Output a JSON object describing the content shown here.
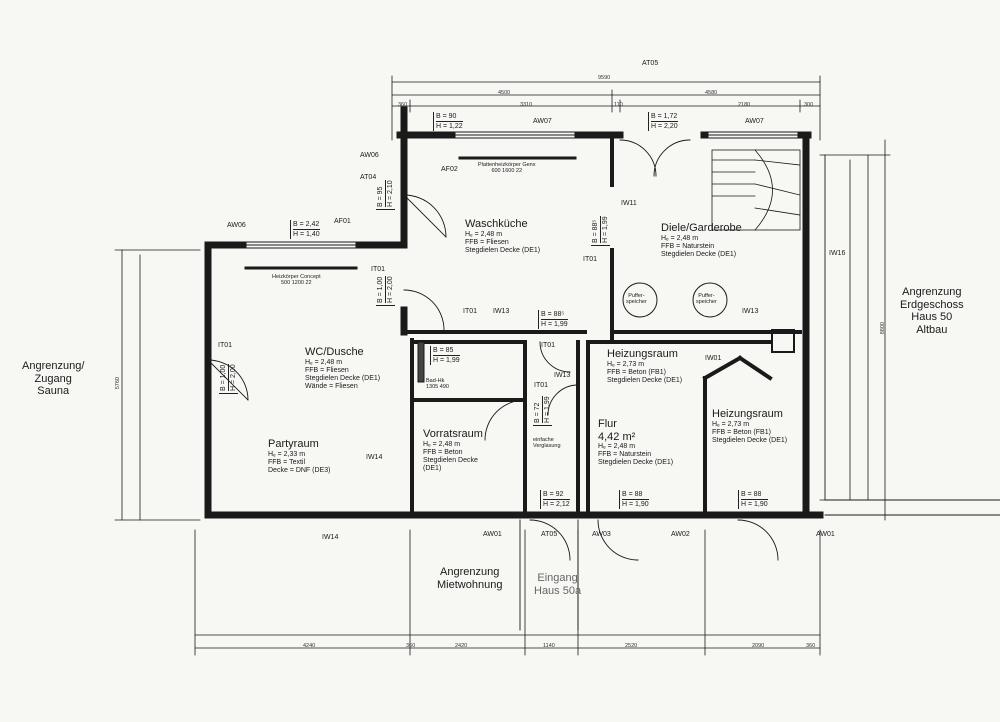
{
  "rooms": {
    "waschkueche": {
      "name": "Waschküche",
      "l1": "Hₑ = 2,48 m",
      "l2": "FFB = Fliesen",
      "l3": "Stegdielen Decke (DE1)"
    },
    "diele": {
      "name": "Diele/Garderobe",
      "l1": "Hₑ = 2,48 m",
      "l2": "FFB = Naturstein",
      "l3": "Stegdielen Decke (DE1)"
    },
    "wc": {
      "name": "WC/Dusche",
      "l1": "Hₑ = 2,48 m",
      "l2": "FFB = Fliesen",
      "l3": "Stegdielen Decke (DE1)",
      "l4": "Wände = Fliesen"
    },
    "party": {
      "name": "Partyraum",
      "l1": "Hₑ = 2,33 m",
      "l2": "FFB = Textil",
      "l3": "Decke = DNF (DE3)"
    },
    "vorrat": {
      "name": "Vorratsraum",
      "l1": "Hₑ = 2,48 m",
      "l2": "FFB = Beton",
      "l3": "Stegdielen Decke",
      "l4": "(DE1)"
    },
    "heiz1": {
      "name": "Heizungsraum",
      "l1": "Hₑ = 2,73 m",
      "l2": "FFB = Beton (FB1)",
      "l3": "Stegdielen Decke (DE1)"
    },
    "heiz2": {
      "name": "Heizungsraum",
      "l1": "Hₑ = 2,73 m",
      "l2": "FFB = Beton (FB1)",
      "l3": "Stegdielen Decke (DE1)"
    },
    "flur": {
      "name": "Flur",
      "area": "4,42 m²",
      "l1": "Hₑ = 2,48 m",
      "l2": "FFB = Naturstein",
      "l3": "Stegdielen Decke (DE1)"
    }
  },
  "labels": {
    "angrenzung_left": [
      "Angrenzung/",
      "Zugang",
      "Sauna"
    ],
    "angrenzung_right": [
      "Angrenzung",
      "Erdgeschoss",
      "Haus 50",
      "Altbau"
    ],
    "angrenzung_bottom": [
      "Angrenzung",
      "Mietwohnung"
    ],
    "eingang": [
      "Eingang",
      "Haus 50a"
    ],
    "puffer1": [
      "Puffer-",
      "speicher"
    ],
    "puffer2": [
      "Puffer-",
      "speicher"
    ],
    "heizkoerper1": [
      "Plattenheizkörper Genx",
      "600 1600 22"
    ],
    "heizkoerper2": [
      "Heizkörper Concept",
      "500 1200 22"
    ],
    "badheiz": [
      "Bad-Hk",
      "1305 490"
    ],
    "verglasung": [
      "einfache",
      "Verglasung"
    ]
  },
  "tags": {
    "AW06a": "AW06",
    "AT04": "AT04",
    "AF02": "AF02",
    "AW07a": "AW07",
    "AT05a": "AT05",
    "AW07b": "AW07",
    "IW11": "IW11",
    "IT01a": "IT01",
    "IT01b": "IT01",
    "IT01c": "IT01",
    "IT01d": "IT01",
    "IT01e": "IT01",
    "IT01f": "IT01",
    "AW06b": "AW06",
    "AF01": "AF01",
    "IW13a": "IW13",
    "IW13b": "IW13",
    "IW13c": "IW13",
    "IW16": "IW16",
    "IW01": "IW01",
    "IW14a": "IW14",
    "IW14b": "IW14",
    "AW01a": "AW01",
    "AT05b": "AT05",
    "AW03": "AW03",
    "AW02": "AW02",
    "AW01b": "AW01"
  },
  "openings": [
    {
      "b": "B = 90",
      "h": "H = 1,22"
    },
    {
      "b": "B = 1,72",
      "h": "H = 2,20"
    },
    {
      "b": "B = 95",
      "h": "H = 2,10"
    },
    {
      "b": "B = 2,42",
      "h": "H = 1,40"
    },
    {
      "b": "B = 88⁵",
      "h": "H = 1,99"
    },
    {
      "b": "B = 1,00",
      "h": "H = 2,00"
    },
    {
      "b": "B = 88⁵",
      "h": "H = 1,99"
    },
    {
      "b": "B = 85",
      "h": "H = 1,99"
    },
    {
      "b": "B = 1,00",
      "h": "H = 2,00"
    },
    {
      "b": "B = 72",
      "h": "H = 1,99"
    },
    {
      "b": "B = 92",
      "h": "H = 2,12"
    },
    {
      "b": "B = 88",
      "h": "H = 1,90"
    },
    {
      "b": "B = 88",
      "h": "H = 1,90"
    }
  ],
  "dims": {
    "top_total": "9590",
    "top_a": "4500",
    "top_b": "4580",
    "top_s1": "360",
    "top_s2": "3310",
    "top_s3": "110",
    "top_s4": "2180",
    "top_s5": "300",
    "bot_a": "4240",
    "bot_b": "360",
    "bot_c": "2420",
    "bot_d": "1140",
    "bot_e": "2520",
    "bot_f": "2090",
    "bot_g": "360",
    "right_total": "8800",
    "left_total": "5760"
  }
}
